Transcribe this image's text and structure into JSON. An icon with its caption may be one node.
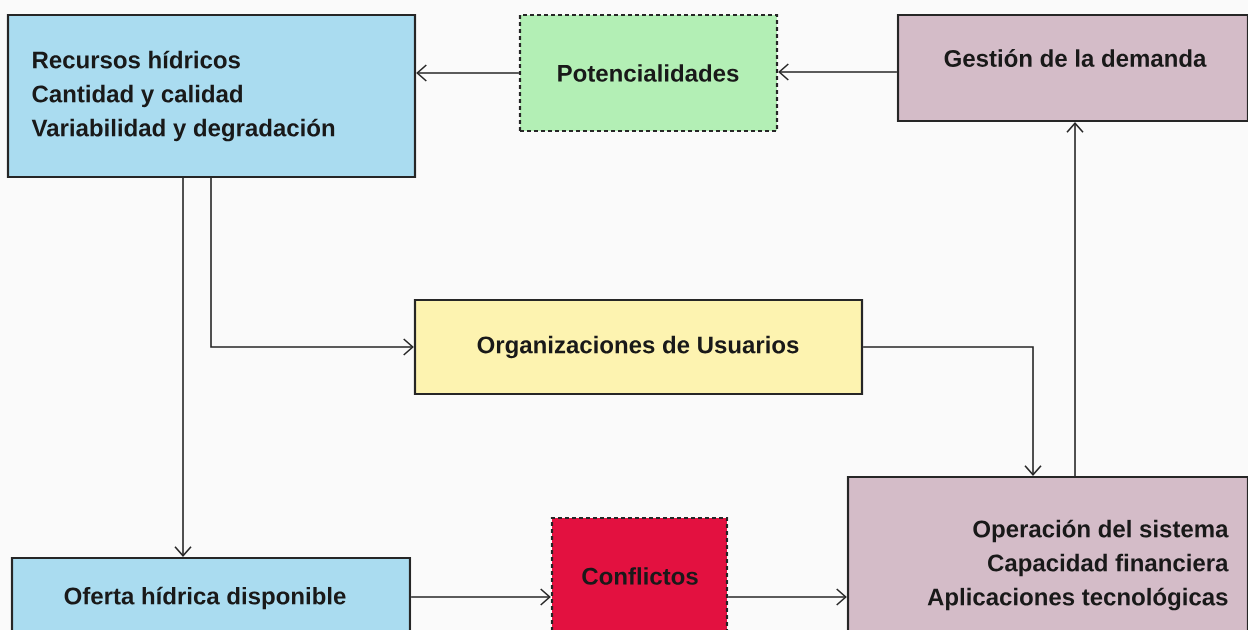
{
  "diagram": {
    "nodes": [
      {
        "text": [
          "Recursos hídricos",
          "Cantidad y calidad",
          "Variabilidad y degradación"
        ]
      },
      {
        "text": [
          "Potencialidades"
        ]
      },
      {
        "text": [
          "Gestión de la demanda"
        ]
      },
      {
        "text": [
          "Organizaciones de Usuarios"
        ]
      },
      {
        "text": [
          "Oferta hídrica disponible"
        ]
      },
      {
        "text": [
          "Conflictos"
        ]
      },
      {
        "text": [
          "Operación del sistema",
          "Capacidad financiera",
          "Aplicaciones tecnológicas"
        ]
      }
    ],
    "edges": [
      {
        "from": 1,
        "to": 0,
        "arrow": "to"
      },
      {
        "from": 2,
        "to": 1,
        "arrow": "to"
      },
      {
        "from": 0,
        "to": 4,
        "arrow": "to"
      },
      {
        "from": 0,
        "to": 3,
        "arrow": "to"
      },
      {
        "from": 3,
        "to": 6,
        "arrow": "to"
      },
      {
        "from": 6,
        "to": 2,
        "arrow": "to"
      },
      {
        "from": 4,
        "to": 5,
        "arrow": "to"
      },
      {
        "from": 5,
        "to": 6,
        "arrow": "to"
      }
    ]
  }
}
